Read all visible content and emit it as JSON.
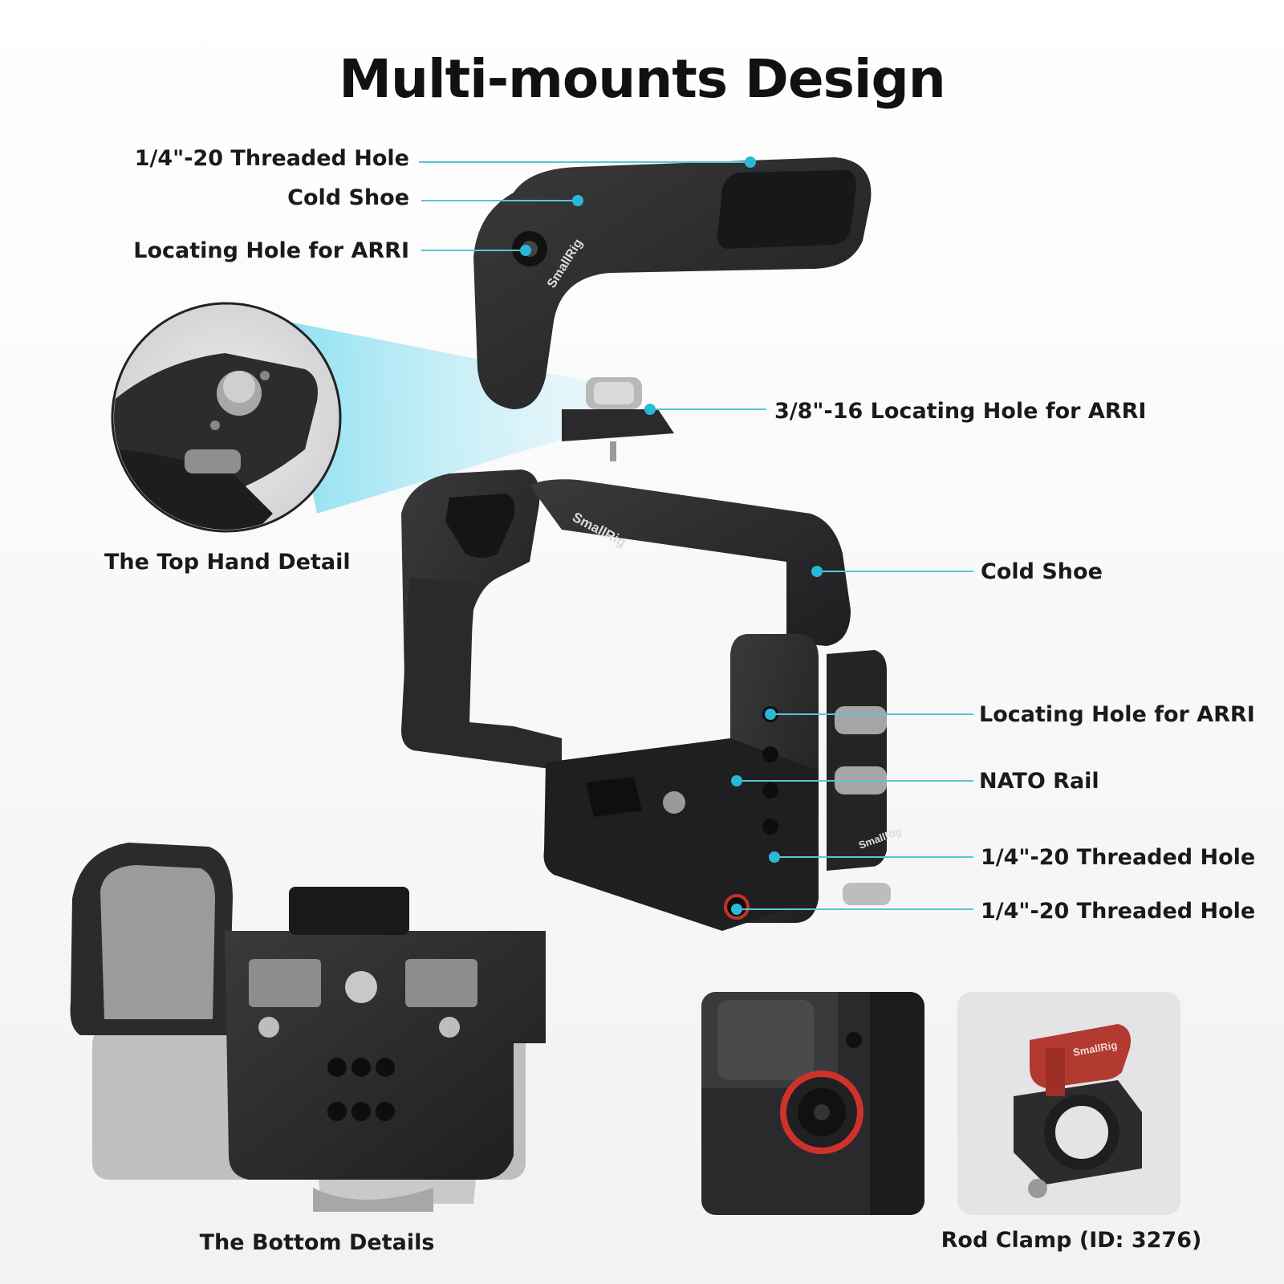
{
  "title": "Multi-mounts Design",
  "callouts": {
    "handle_threaded_hole": "1/4\"-20 Threaded Hole",
    "handle_cold_shoe": "Cold Shoe",
    "handle_arri": "Locating Hole for ARRI",
    "handle_38_arri": "3/8\"-16 Locating Hole for ARRI",
    "cage_cold_shoe": "Cold Shoe",
    "cage_arri": "Locating Hole for ARRI",
    "cage_nato": "NATO Rail",
    "cage_threaded_1": "1/4\"-20 Threaded Hole",
    "cage_threaded_2": "1/4\"-20 Threaded Hole"
  },
  "captions": {
    "top_hand_detail": "The Top Hand Detail",
    "bottom_details": "The Bottom Details",
    "rod_clamp": "Rod Clamp (ID: 3276)"
  },
  "brand_marks": [
    "SmallRig",
    "SmallRig",
    "SmallRig",
    "SmallRig"
  ],
  "colors": {
    "leader_line": "#56c6d8",
    "dot": "#2bb8d6",
    "metal": "#2b2b2d",
    "accent_red": "#c8302a"
  }
}
